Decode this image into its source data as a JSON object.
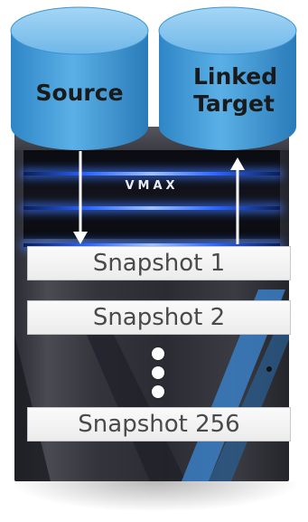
{
  "cylinders": {
    "source_label": "Source",
    "target_label": "Linked Target"
  },
  "array": {
    "brand": "VMAX"
  },
  "snapshots": [
    "Snapshot 1",
    "Snapshot 2",
    "Snapshot 256"
  ],
  "ellipsis_dots": 3,
  "colors": {
    "cylinder_blue": "#3f9ad9",
    "cylinder_top": "#7cc0ee",
    "glow_blue": "#2b66ff",
    "array_dark": "#2c2d34",
    "accent_stripe": "#3a7fc4"
  }
}
